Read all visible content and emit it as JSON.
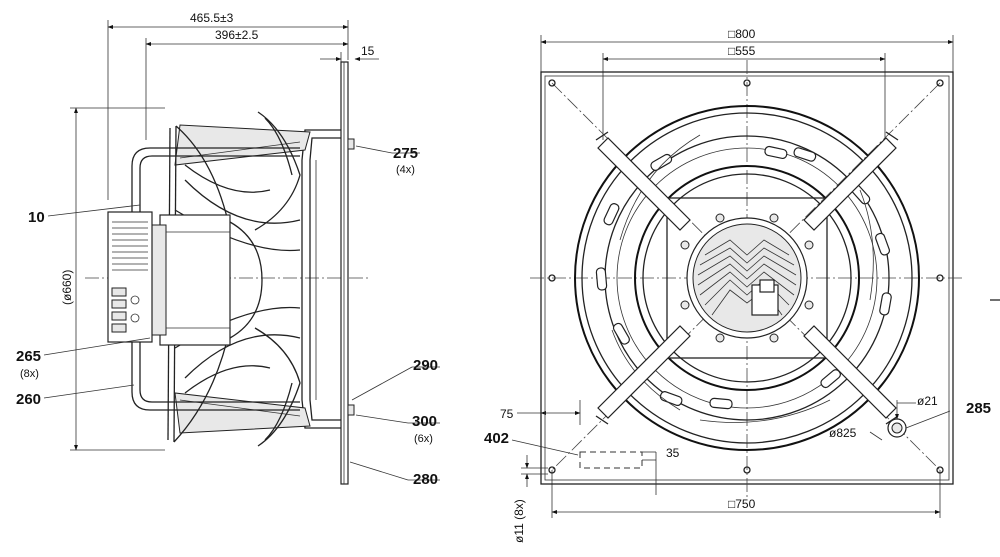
{
  "side_view": {
    "dims": {
      "overall_length": "465.5±3",
      "wheel_length": "396±2.5",
      "flange_thickness": "15",
      "diameter": "(ø660)"
    },
    "callouts": {
      "c10": "10",
      "c265": "265",
      "c265_qty": "(8x)",
      "c260": "260",
      "c275": "275",
      "c275_qty": "(4x)",
      "c290": "290",
      "c300": "300",
      "c300_qty": "(6x)",
      "c280": "280"
    }
  },
  "front_view": {
    "dims": {
      "plate_size": "□800",
      "bolt_square": "□555",
      "hole_square": "□750",
      "edge_offset": "75",
      "slot_depth": "35",
      "hole_diameter": "ø11 (8x)",
      "ring_diameter": "ø825",
      "grommet_diameter": "ø21"
    },
    "callouts": {
      "c402": "402",
      "c285": "285"
    }
  }
}
